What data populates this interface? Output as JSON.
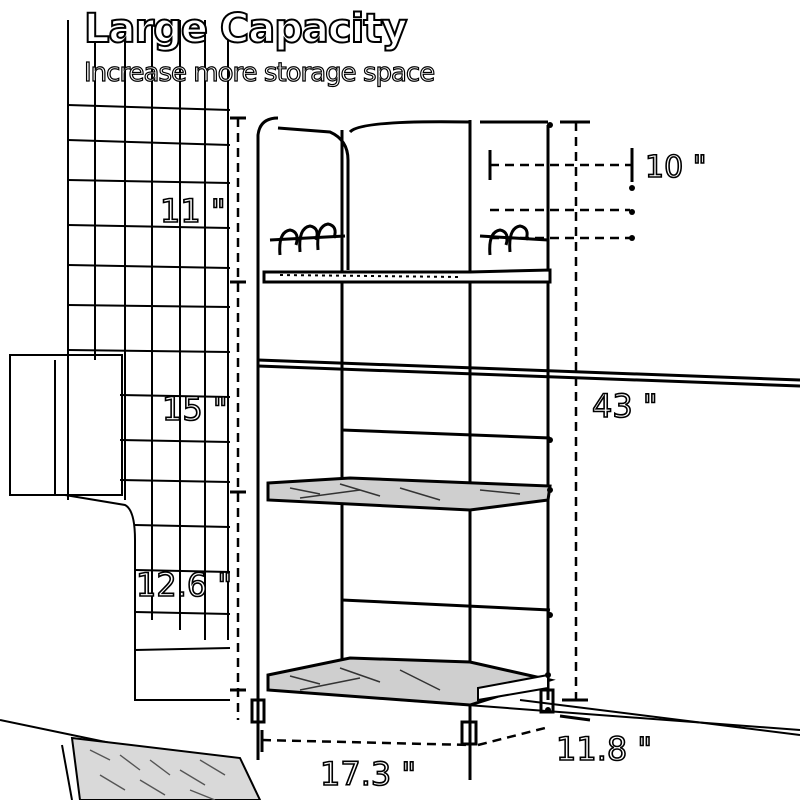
{
  "header": {
    "title": "Large Capacity",
    "subtitle": "Increase more storage space"
  },
  "dimensions": {
    "top_shelf_height": "11 \"",
    "middle_shelf_height": "15 \"",
    "bottom_shelf_height": "12.6 \"",
    "total_height": "43 \"",
    "hook_depth": "10 \"",
    "width": "17.3 \"",
    "depth": "11.8 \""
  }
}
